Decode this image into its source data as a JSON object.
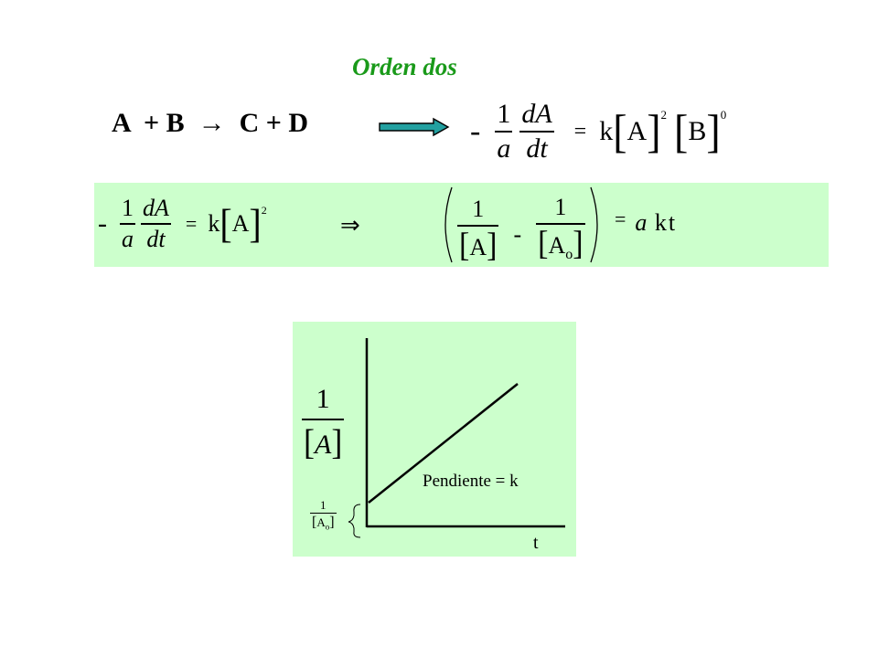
{
  "slide": {
    "title": "Orden dos",
    "reaction": "A  + B  →  C + D"
  },
  "rate_law_general": {
    "minus": "-",
    "frac_num": "1",
    "frac_den": "a",
    "deriv_num": "dA",
    "deriv_den": "dt",
    "equals": "=",
    "k": "k",
    "A": "A",
    "exp_A": "2",
    "B": "B",
    "exp_B": "0"
  },
  "rate_law_box": {
    "minus": "-",
    "frac_num": "1",
    "frac_den": "a",
    "deriv_num": "dA",
    "deriv_den": "dt",
    "equals": "=",
    "k": "k",
    "A": "A",
    "exp_A": "2",
    "implies": "⇒",
    "int_num1": "1",
    "int_den1": "A",
    "int_minus": "-",
    "int_num2": "1",
    "int_den2": "A",
    "int_sub2": "o",
    "int_equals": "=",
    "rhs_a": "a",
    "rhs_kt": " kt"
  },
  "graph": {
    "y_label_num": "1",
    "y_label_den": "A",
    "intercept_num": "1",
    "intercept_den": "A",
    "intercept_sub": "o",
    "slope_label": "Pendiente = k",
    "x_label": "t",
    "colors": {
      "background": "#ccffcc",
      "line": "#000000"
    }
  },
  "colors": {
    "title": "#1a9a1a",
    "box_background": "#ccffcc",
    "arrow_fill": "#22a0a0",
    "arrow_stroke": "#000000"
  }
}
